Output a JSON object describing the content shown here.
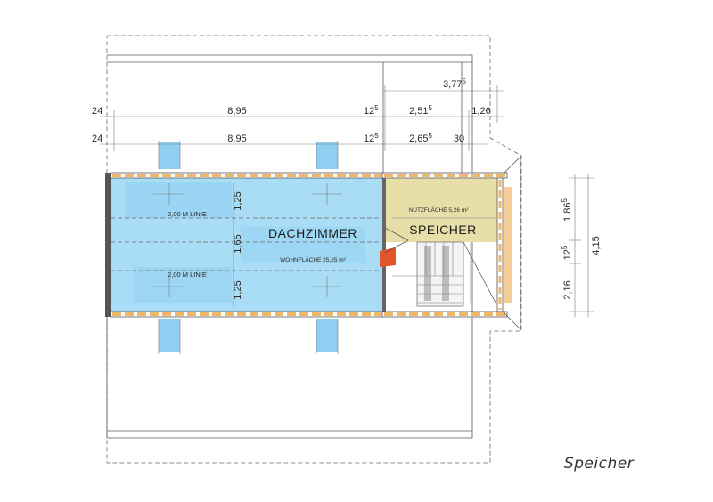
{
  "dims": {
    "top_total": "3,77",
    "top_total_sup": "5",
    "row1": {
      "left": "24",
      "main": "8,95",
      "mid": "12",
      "mid_sup": "5",
      "stair": "2,51",
      "stair_sup": "5",
      "right": "1,26"
    },
    "row2": {
      "left": "24",
      "main": "8,95",
      "mid": "12",
      "mid_sup": "5",
      "stair": "2,65",
      "stair_sup": "5",
      "right": "30"
    },
    "vertical_room": [
      "1,25",
      "1,65",
      "1,25"
    ],
    "right_side": {
      "a": "2,16",
      "b": "12",
      "b_sup": "5",
      "c": "1,86",
      "c_sup": "5",
      "total": "4,15"
    }
  },
  "rooms": {
    "dachzimmer": {
      "name": "DACHZIMMER",
      "area": "WOHNFLÄCHE 25,25 m²"
    },
    "speicher": {
      "name": "SPEICHER",
      "area": "NUTZFLÄCHE 5,26 m²"
    }
  },
  "lines": {
    "upper": "2,00 M LINIE",
    "lower": "2,00 M LINIE"
  },
  "caption": "Speicher",
  "colors": {
    "room_fill": "#a9dcf5",
    "storage_fill": "#e8dfa8",
    "wall_orange": "#f0b66a",
    "stair_red": "#e2542a"
  }
}
